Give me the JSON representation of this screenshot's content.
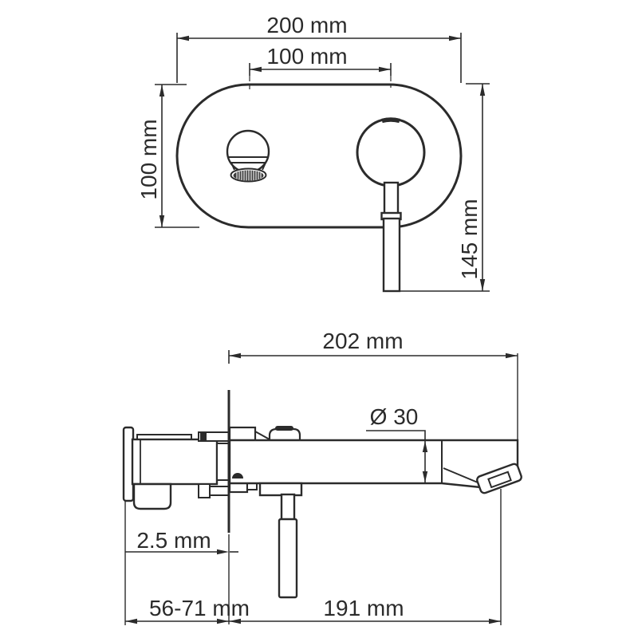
{
  "front_view": {
    "dim_plate_width": "200 mm",
    "dim_hole_spacing": "100 mm",
    "dim_plate_height": "100 mm",
    "dim_handle_drop": "145 mm"
  },
  "side_view": {
    "dim_total_depth": "202 mm",
    "dim_spout_diameter": "Ø 30",
    "dim_wall_gap": "2.5 mm",
    "dim_recess_range": "56-71 mm",
    "dim_spout_reach": "191 mm"
  },
  "colors": {
    "line": "#2b2b2b",
    "background": "#ffffff"
  }
}
